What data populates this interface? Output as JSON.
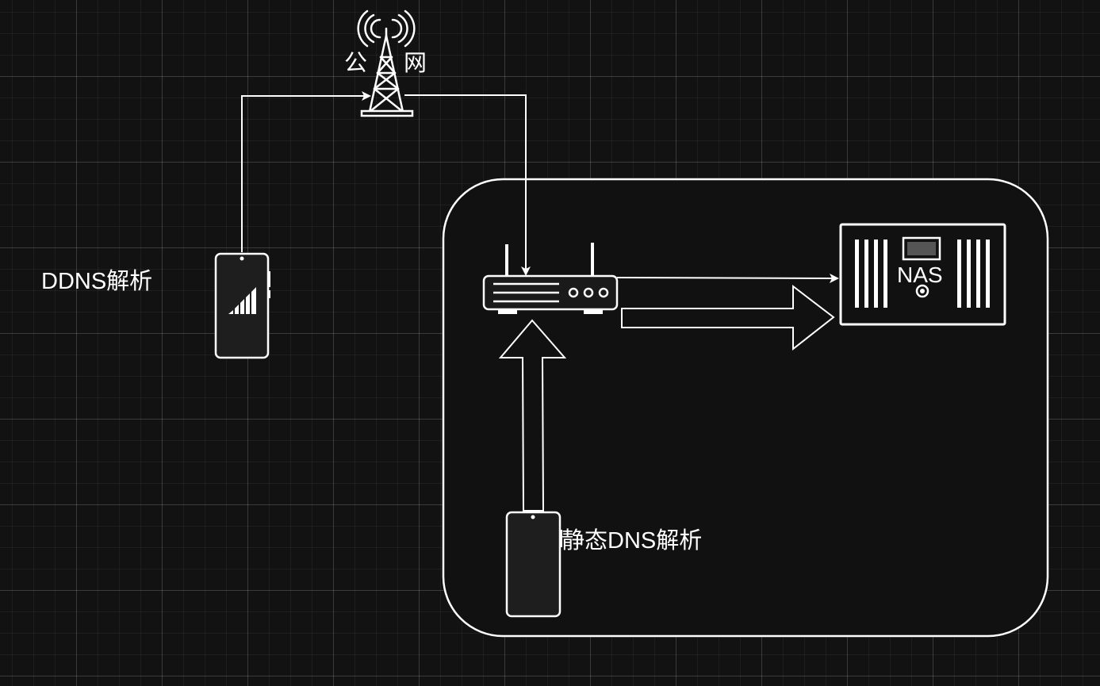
{
  "labels": {
    "ddns": "DDNS解析",
    "static_dns": "静态DNS解析",
    "public_net_char1": "公",
    "public_net_char2": "网",
    "nas": "NAS"
  },
  "icons": {
    "tower": "cell-tower-icon",
    "phone_remote": "smartphone-signal-icon",
    "phone_local": "smartphone-icon",
    "router": "router-icon",
    "nas": "nas-server-icon"
  },
  "colors": {
    "background": "#121212",
    "stroke": "#ffffff",
    "device_fill": "#1e1e1e",
    "nas_screen": "#555555"
  }
}
